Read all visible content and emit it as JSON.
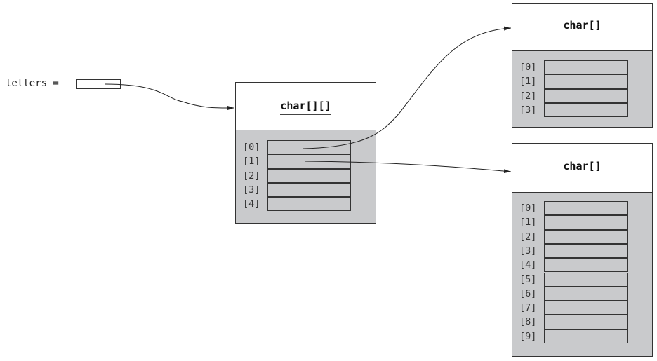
{
  "variable": {
    "name": "letters ="
  },
  "objects": [
    {
      "id": "outer",
      "type": "char[][]",
      "indices": [
        "[0]",
        "[1]",
        "[2]",
        "[3]",
        "[4]"
      ]
    },
    {
      "id": "inner0",
      "type": "char[]",
      "indices": [
        "[0]",
        "[1]",
        "[2]",
        "[3]"
      ]
    },
    {
      "id": "inner1",
      "type": "char[]",
      "indices": [
        "[0]",
        "[1]",
        "[2]",
        "[3]",
        "[4]",
        "[5]",
        "[6]",
        "[7]",
        "[8]",
        "[9]"
      ]
    }
  ],
  "colors": {
    "body_fill": "#c9cacc",
    "stroke": "#333333"
  }
}
